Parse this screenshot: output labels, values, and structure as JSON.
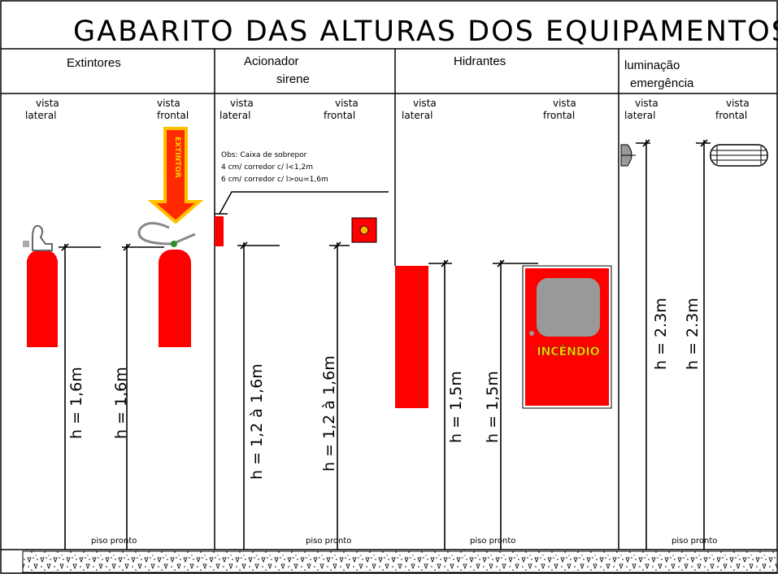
{
  "title": "GABARITO DAS ALTURAS DOS EQUIPAMENTOS",
  "columns": {
    "extintores": "Extintores",
    "acionador_line1": "Acionador",
    "acionador_line2": "sirene",
    "hidrantes": "Hidrantes",
    "iluminacao_line1": "luminação",
    "iluminacao_line2": "emergência"
  },
  "views": {
    "vista": "vista",
    "lateral": "lateral",
    "frontal": "frontal"
  },
  "obs": {
    "line1": "Obs: Caixa de sobrepor",
    "line2": "4 cm/ corredor c/ l<1,2m",
    "line3": "6 cm/ corredor c/ l>ou=1,6m"
  },
  "heights": {
    "extintor_lateral": "h = 1,6m",
    "extintor_frontal": "h = 1,6m",
    "acionador_lateral": "h = 1,2 à 1,6m",
    "acionador_frontal": "h = 1,2 à 1,6m",
    "hidrante_lateral": "h = 1,5m",
    "hidrante_frontal": "h = 1,5m",
    "iluminacao_lateral": "h = 2.3m",
    "iluminacao_frontal": "h = 2.3m"
  },
  "floor_label": "piso pronto",
  "cabinet_label": "INCÊNDIO",
  "extintor_sign": "EXTINTOR",
  "colors": {
    "equipment_red": "#ff0000",
    "cabinet_window": "#999999",
    "arrow_orange": "#ffc000",
    "line": "#000000",
    "label_yellow": "#ffd400"
  }
}
